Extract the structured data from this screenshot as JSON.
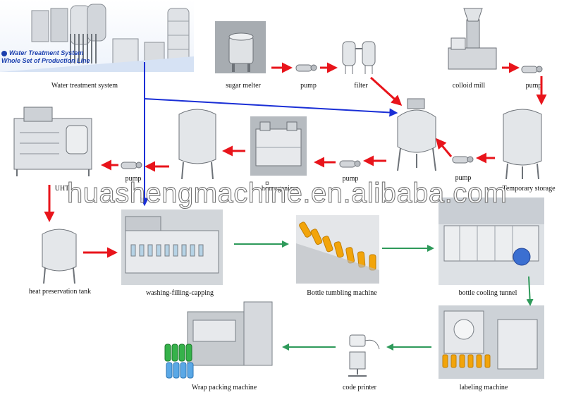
{
  "water_treatment": {
    "caption_line1": "Water Treatment System",
    "caption_line2": "Whole Set of Production Line",
    "label": "Water treatment system"
  },
  "nodes": {
    "sugar_melter": "sugar melter",
    "pump_1": "pump",
    "filter": "filter",
    "colloid_mill": "colloid mill",
    "pump_2": "pump",
    "uht": "UHT",
    "pump_3": "pump",
    "pump_4": "pump",
    "homogenizer": "homogenizer",
    "pump_5": "pump",
    "temporary_storage": "Temporary storage",
    "heat_preservation_tank": "heat preservation tank",
    "washing_filling_capping": "washing-filling-capping",
    "bottle_tumbling_machine": "Bottle tumbling machine",
    "bottle_cooling_tunnel": "bottle cooling tunnel",
    "labeling_machine": "labeling machine",
    "code_printer": "code printer",
    "wrap_packing_machine": "Wrap packing machine"
  },
  "watermark": "huashengmachine.en.alibaba.com",
  "colors": {
    "red_arrow": "#e8141b",
    "blue_arrow": "#1a2fd6",
    "green_arrow": "#2e9a5a",
    "steel": "#c9ccd0",
    "juice": "#f2a40a"
  }
}
